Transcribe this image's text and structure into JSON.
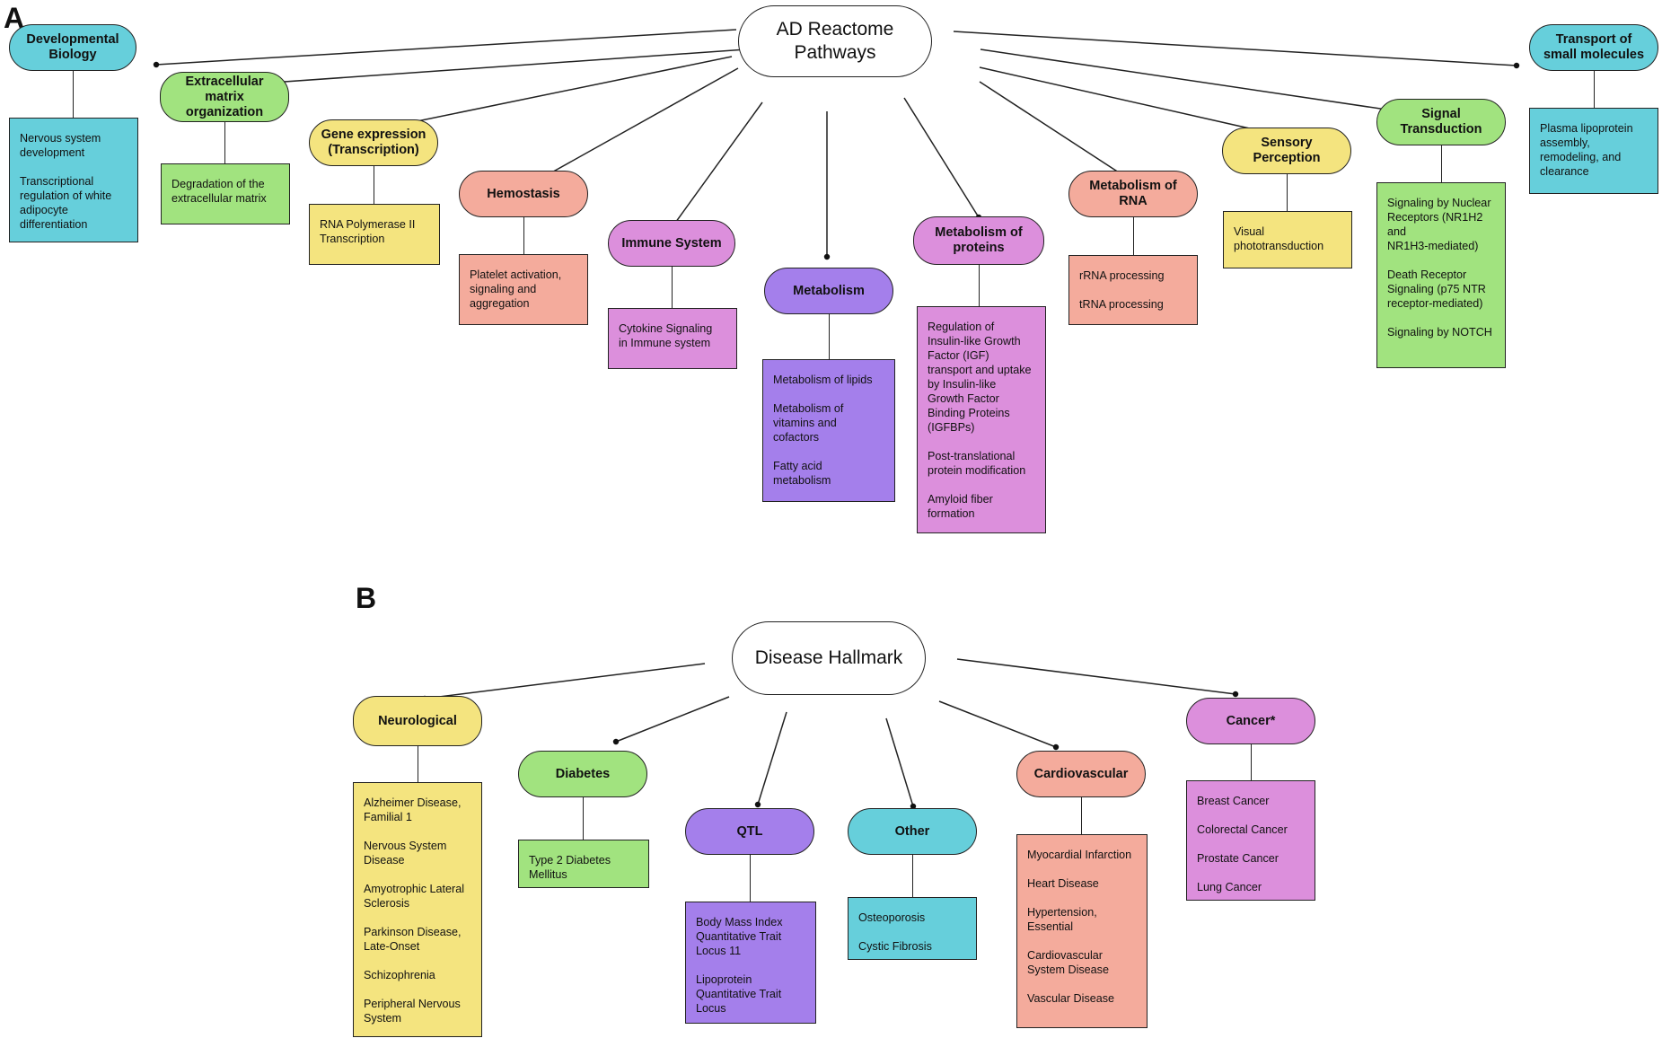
{
  "palette": {
    "blue": "#66cfdb",
    "green": "#a1e37f",
    "yellow": "#f4e47f",
    "salmon": "#f4ab9c",
    "pink": "#dc8fdc",
    "purple": "#a47feb"
  },
  "panel_a": {
    "letter": "A",
    "root": "AD Reactome\nPathways",
    "categories": [
      {
        "title": "Developmental\nBiology",
        "color": "blue",
        "items": [
          "Nervous system\ndevelopment",
          "Transcriptional\nregulation of white\nadipocyte\ndifferentiation"
        ]
      },
      {
        "title": "Extracellular\nmatrix\norganization",
        "color": "green",
        "items": [
          "Degradation of the\nextracellular matrix"
        ]
      },
      {
        "title": "Gene expression\n(Transcription)",
        "color": "yellow",
        "items": [
          "RNA Polymerase II\nTranscription"
        ]
      },
      {
        "title": "Hemostasis",
        "color": "salmon",
        "items": [
          "Platelet activation,\nsignaling and\naggregation"
        ]
      },
      {
        "title": "Immune System",
        "color": "pink",
        "items": [
          "Cytokine Signaling\nin Immune system"
        ]
      },
      {
        "title": "Metabolism",
        "color": "purple",
        "items": [
          "Metabolism of lipids",
          "Metabolism of\nvitamins and\ncofactors",
          "Fatty acid\nmetabolism"
        ]
      },
      {
        "title": "Metabolism of\nproteins",
        "color": "pink",
        "items": [
          "Regulation of\nInsulin-like Growth\nFactor (IGF)\ntransport and uptake\nby Insulin-like\nGrowth Factor\nBinding Proteins\n(IGFBPs)",
          "Post-translational\nprotein modification",
          "Amyloid fiber\nformation"
        ]
      },
      {
        "title": "Metabolism of\nRNA",
        "color": "salmon",
        "items": [
          "rRNA processing",
          "tRNA processing"
        ]
      },
      {
        "title": "Sensory\nPerception",
        "color": "yellow",
        "items": [
          "Visual\nphototransduction"
        ]
      },
      {
        "title": "Signal\nTransduction",
        "color": "green",
        "items": [
          "Signaling by Nuclear\nReceptors (NR1H2\nand\nNR1H3-mediated)",
          "Death Receptor\nSignaling (p75 NTR\nreceptor-mediated)",
          "Signaling by NOTCH"
        ]
      },
      {
        "title": "Transport of\nsmall molecules",
        "color": "blue",
        "items": [
          "Plasma lipoprotein\nassembly,\nremodeling, and\nclearance"
        ]
      }
    ]
  },
  "panel_b": {
    "letter": "B",
    "root": "Disease Hallmark",
    "categories": [
      {
        "title": "Neurological",
        "color": "yellow",
        "items": [
          "Alzheimer Disease,\nFamilial 1",
          "Nervous System\nDisease",
          "Amyotrophic Lateral\nSclerosis",
          "Parkinson Disease,\nLate-Onset",
          "Schizophrenia",
          "Peripheral Nervous\nSystem"
        ]
      },
      {
        "title": "Diabetes",
        "color": "green",
        "items": [
          "Type 2 Diabetes\nMellitus"
        ]
      },
      {
        "title": "QTL",
        "color": "purple",
        "items": [
          "Body Mass Index\nQuantitative Trait\nLocus 11",
          "Lipoprotein\nQuantitative Trait\nLocus"
        ]
      },
      {
        "title": "Other",
        "color": "blue",
        "items": [
          "Osteoporosis",
          "Cystic Fibrosis"
        ]
      },
      {
        "title": "Cardiovascular",
        "color": "salmon",
        "items": [
          "Myocardial Infarction",
          "Heart Disease",
          "Hypertension,\nEssential",
          "Cardiovascular\nSystem Disease",
          "Vascular Disease"
        ]
      },
      {
        "title": "Cancer*",
        "color": "pink",
        "items": [
          "Breast Cancer",
          "Colorectal Cancer",
          "Prostate Cancer",
          "Lung Cancer"
        ]
      }
    ]
  }
}
